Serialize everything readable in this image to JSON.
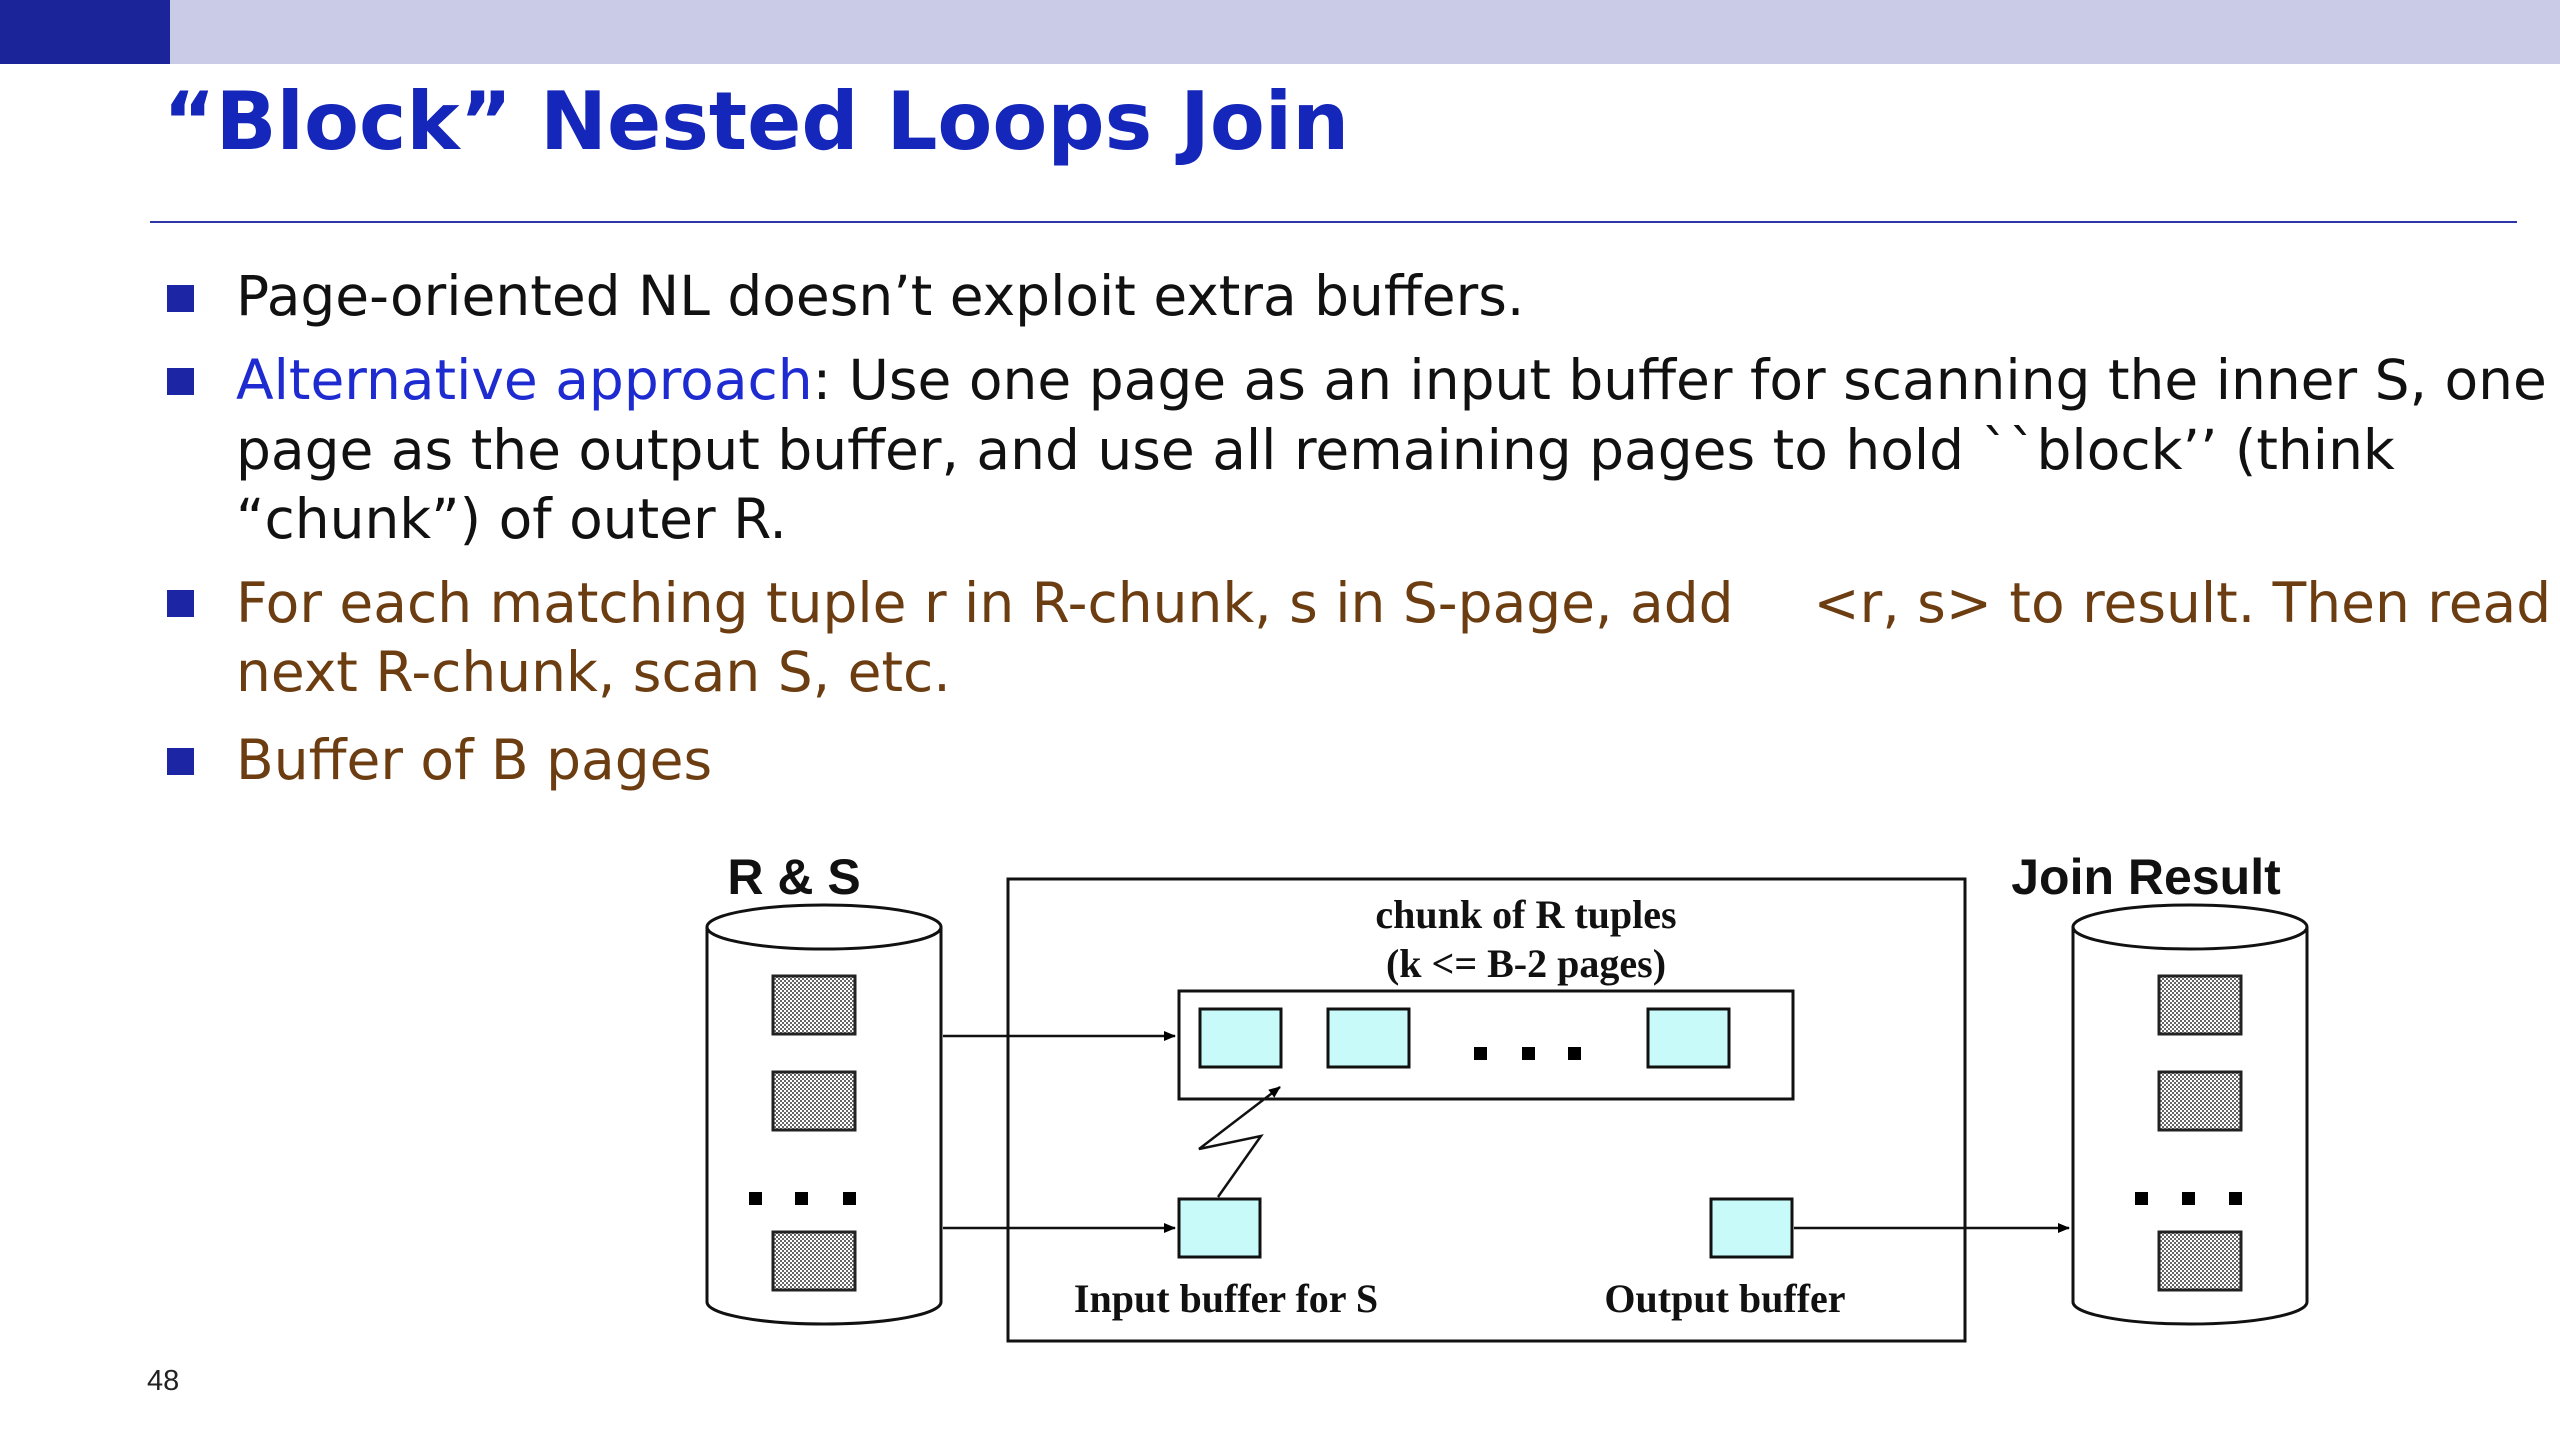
{
  "slide": {
    "title": "“Block” Nested Loops Join",
    "number": "48"
  },
  "bullets": [
    {
      "lines": [
        "Page-oriented NL doesn’t exploit extra buffers."
      ]
    },
    {
      "lead": "Alternative approach",
      "rest": ": Use one page as an input buffer for scanning the inner S, one",
      "lines": [
        "page as the output buffer, and use all remaining pages to hold ``block’’ (think",
        "“chunk”) of outer R."
      ]
    },
    {
      "part1": "For each matching tuple r in R-chunk, s in S-page, add",
      "part2": "<r, s> to result.  Then read",
      "lines": [
        "next R-chunk, scan S, etc."
      ]
    },
    {
      "lines": [
        "Buffer of B pages"
      ]
    }
  ],
  "diagram": {
    "left_disk_label": "R & S",
    "right_disk_label": "Join Result",
    "chunk_label_1": "chunk of R tuples",
    "chunk_label_2": "(k <= B-2 pages)",
    "input_buffer_label": "Input buffer for S",
    "output_buffer_label": "Output buffer"
  },
  "colors": {
    "title": "#1526ba",
    "bullet_marker": "#1c25a3",
    "highlight_blue": "#1d2bd0",
    "highlight_brown": "#6d3d12",
    "buffer_fill": "#c8fafa"
  }
}
